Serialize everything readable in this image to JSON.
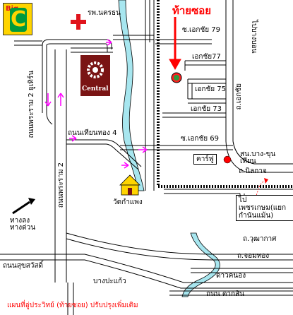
{
  "map": {
    "title": "ท้ายซอย",
    "footer": "แผนที่อู่ประวิทย์ (ท้ายซอย) ปรับปรุงเพิ่มเติม",
    "logos": {
      "bigc_small": "Big",
      "bigc_letter": "C",
      "central_label": "Central"
    },
    "labels": {
      "hospital": "รพ.นครธน",
      "soi79": "ซ.เอกชัย 79",
      "to_bangbon": "ไปบางบอน",
      "soi77": "เอกชัย77",
      "soi75": "เอกชัย 75",
      "ekachai": "ถ.เอกชัย",
      "soi73": "เอกชัย 73",
      "rama2_top": "ถนนพระราม 2 ยูเทิร์น",
      "thianthong": "ถนนเทียนทอง 4",
      "soi69": "ซ.เอกชัย 69",
      "bus_station": "สน.บาง-ขุนเทียน",
      "carrefour": "คาร์ฟู",
      "nilkat": "ถ.นิลกาจ",
      "wat": "วัดกำแพง",
      "rama2": "ถนนพระราม 2",
      "expressway": "ทางลงทางด่วน",
      "to_phetkasem": "ไปเพชรเกษม(แยกกำนันแม้น)",
      "wutthakat": "ถ.วุฒากาศ",
      "chomthong": "ถ.จอมทอง",
      "suksawat": "ถนนสุขสวัสดิ์",
      "bangpakaeo": "บางปะแก้ว",
      "daokhanong": "ดาวคนอง",
      "taksin": "ถนน ตากสิน"
    },
    "colors": {
      "road": "#000000",
      "river": "#a7e6ef",
      "title": "#ff0000",
      "marker": "#2e9a3e",
      "arrow": "#ff00ff",
      "rail": "#000000",
      "hospital_cross": "#e0141c",
      "bigc_bg": "#ffd400",
      "bigc_green": "#009a3e",
      "central_bg": "#7a1414"
    },
    "icons": [
      "hospital-cross-icon",
      "destination-marker-icon",
      "police-dot-icon",
      "temple-icon",
      "expressway-arrow-icon",
      "direction-arrow-icon"
    ]
  }
}
